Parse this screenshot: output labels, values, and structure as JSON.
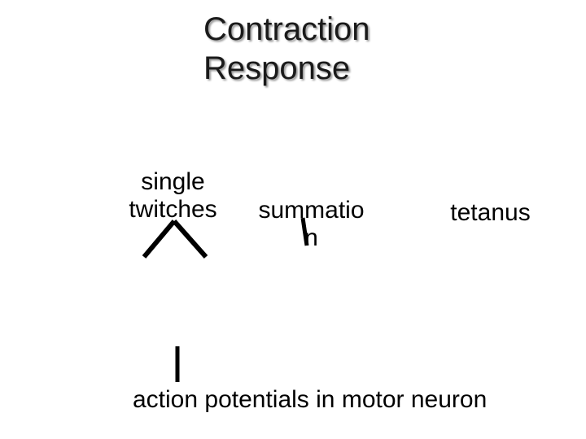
{
  "title": {
    "line1": "Contraction",
    "line2": "Response"
  },
  "nodes": {
    "single_twitches": {
      "line1": "single",
      "line2": "twitches"
    },
    "summation": {
      "line1": "summatio",
      "line2": "n"
    },
    "tetanus": {
      "label": "tetanus"
    },
    "action_potentials": {
      "label": "action potentials in motor neuron"
    }
  },
  "colors": {
    "text": "#000000",
    "title_text": "#1a1a1a",
    "title_shadow": "#9a9a9a",
    "connector": "#000000"
  }
}
